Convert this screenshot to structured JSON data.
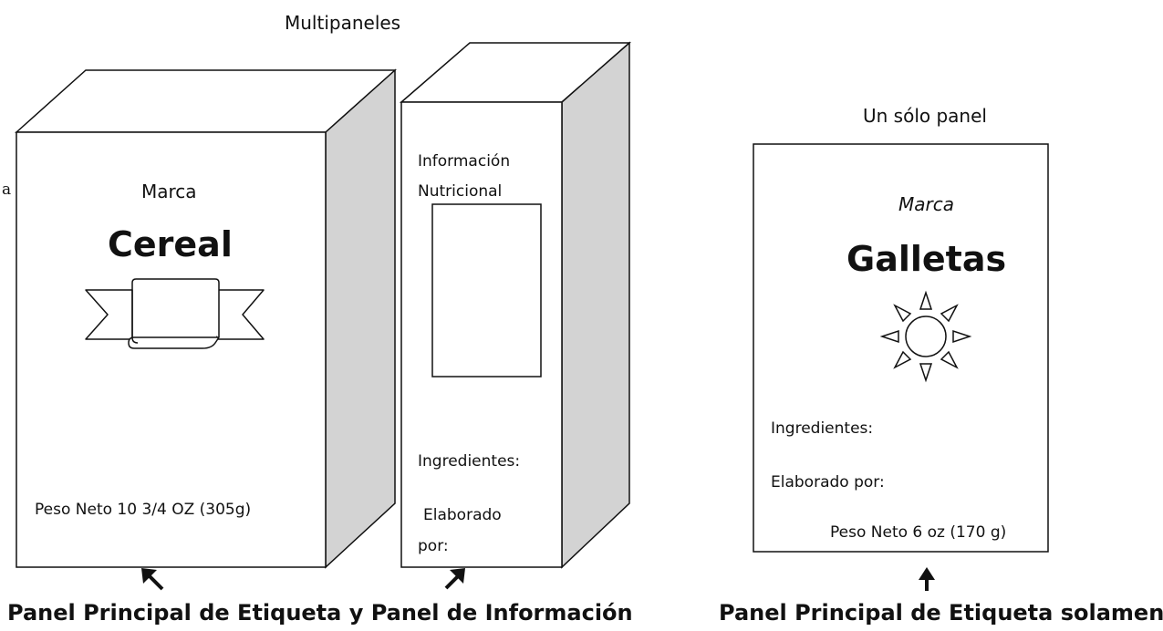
{
  "multi": {
    "heading": "Multipaneles",
    "stray_char": "a",
    "cereal_box": {
      "brand": "Marca",
      "product": "Cereal",
      "net_weight": "Peso Neto 10 3/4 OZ (305g)"
    },
    "info_box": {
      "info_line1": "Información",
      "info_line2": "Nutricional",
      "ingredients": "Ingredientes:",
      "made_by_line1": "Elaborado",
      "made_by_line2": "por:"
    },
    "caption": "Panel Principal de Etiqueta y Panel de Información"
  },
  "single": {
    "heading": "Un sólo panel",
    "brand": "Marca",
    "product": "Galletas",
    "ingredients": "Ingredientes:",
    "made_by": "Elaborado por:",
    "net_weight": "Peso Neto 6 oz (170 g)",
    "caption": "Panel Principal de Etiqueta solamente"
  },
  "colors": {
    "side_shade": "#d3d3d3",
    "outline": "#111111"
  },
  "icons": [
    "ribbon-banner-icon",
    "sun-icon",
    "arrow-up-left-icon",
    "arrow-up-right-icon",
    "arrow-up-icon"
  ]
}
